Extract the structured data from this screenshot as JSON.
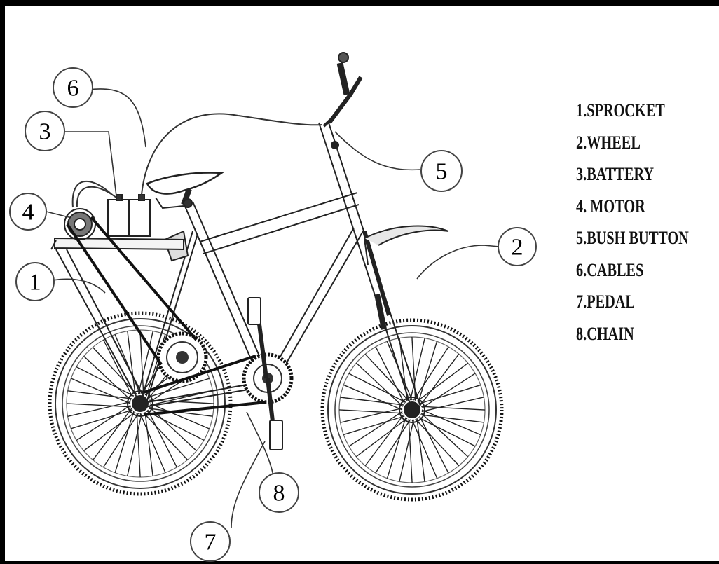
{
  "legend": [
    "1.SPROCKET",
    "2.WHEEL",
    "3.BATTERY",
    "4. MOTOR",
    "5.BUSH BUTTON",
    "6.CABLES",
    "7.PEDAL",
    "8.CHAIN"
  ],
  "callouts": [
    "1",
    "2",
    "3",
    "4",
    "5",
    "6",
    "7",
    "8"
  ],
  "colors": {
    "line": "#1a1a1a",
    "background": "#ffffff",
    "border": "#000000"
  }
}
